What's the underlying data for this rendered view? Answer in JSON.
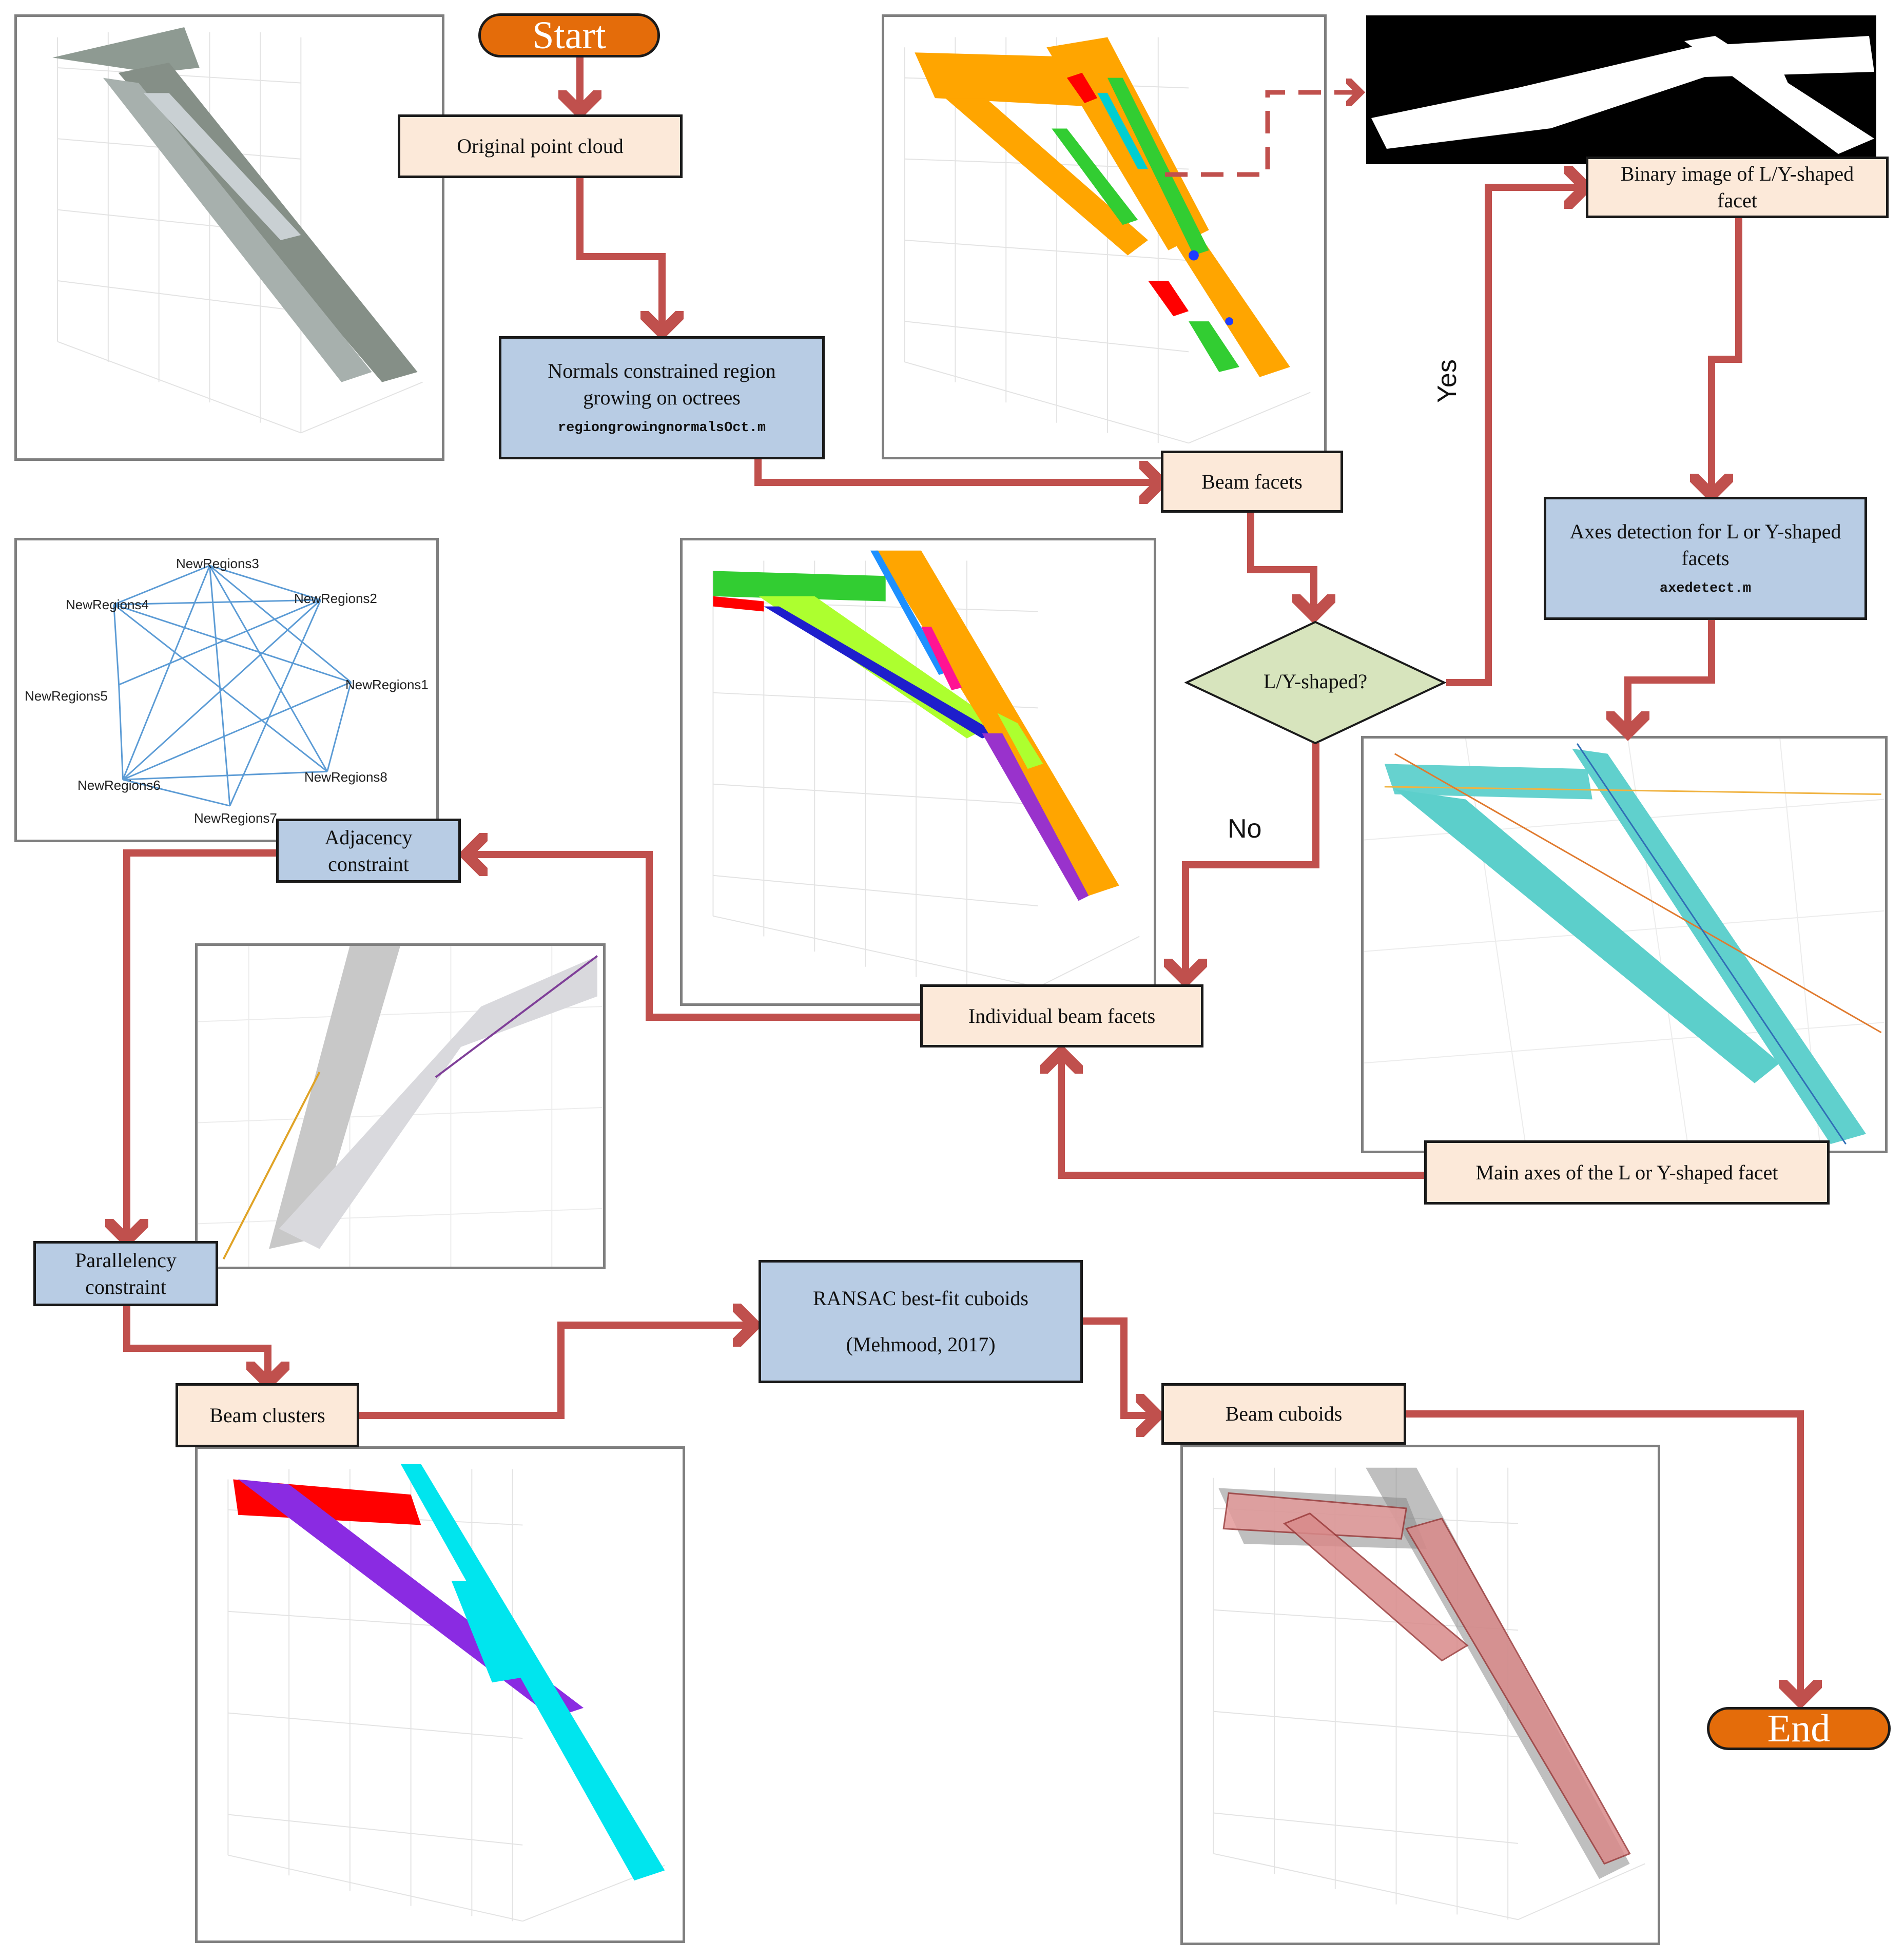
{
  "flow": {
    "start": "Start",
    "end": "End",
    "original_point_cloud": "Original point cloud",
    "region_growing": {
      "text": "Normals constrained region growing on octrees",
      "code": "regiongrowingnormalsOct.m"
    },
    "beam_facets": "Beam facets",
    "decision": "L/Y-shaped?",
    "yes_label": "Yes",
    "no_label": "No",
    "binary_image": "Binary image of L/Y-shaped facet",
    "axes_detection": {
      "text": "Axes detection for L or Y-shaped facets",
      "code": "axedetect.m"
    },
    "main_axes": "Main axes of the L or Y-shaped facet",
    "individual_beam_facets": "Individual beam facets",
    "adjacency": "Adjacency constraint",
    "parallelency": "Parallelency constraint",
    "beam_clusters": "Beam clusters",
    "ransac": {
      "text": "RANSAC best-fit cuboids",
      "citation": "(Mehmood, 2017)"
    },
    "beam_cuboids": "Beam cuboids"
  },
  "graph": {
    "nodes": [
      "NewRegions3",
      "NewRegions2",
      "NewRegions4",
      "NewRegions1",
      "NewRegions5",
      "NewRegions8",
      "NewRegions6",
      "NewRegions7"
    ]
  },
  "colors": {
    "arrow": "#c0504d",
    "peach_fill": "#fce9d9",
    "blue_fill": "#b8cce4",
    "decision_fill": "#d7e4bd",
    "terminal_fill": "#e46c0a",
    "graph_edge": "#5b9bd5"
  }
}
